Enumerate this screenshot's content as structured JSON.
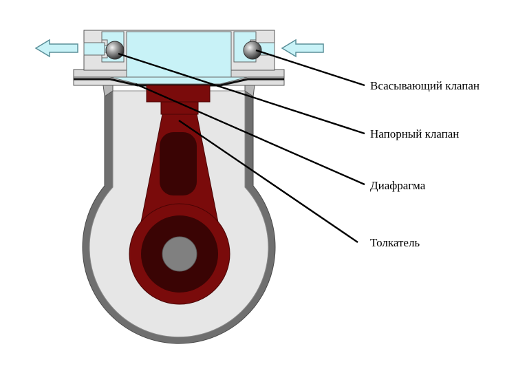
{
  "labels": {
    "suction_valve": "Всасывающий клапан",
    "discharge_valve": "Напорный клапан",
    "diaphragm": "Диафрагма",
    "pusher": "Толкатель"
  },
  "colors": {
    "housing_fill": "#e6e6e6",
    "housing_stroke": "#6f6f6f",
    "rod_fill": "#7a0b0b",
    "rod_dark": "#3a0404",
    "valve_chamber": "#c8f2f7",
    "arrow_fill": "#c8f2f7",
    "arrow_stroke": "#5a8f99",
    "shaft": "#808080",
    "line": "#000000"
  },
  "icons": {
    "outlet": "arrow-left-icon",
    "inlet": "arrow-left-icon",
    "valve": "ball-valve-icon"
  }
}
